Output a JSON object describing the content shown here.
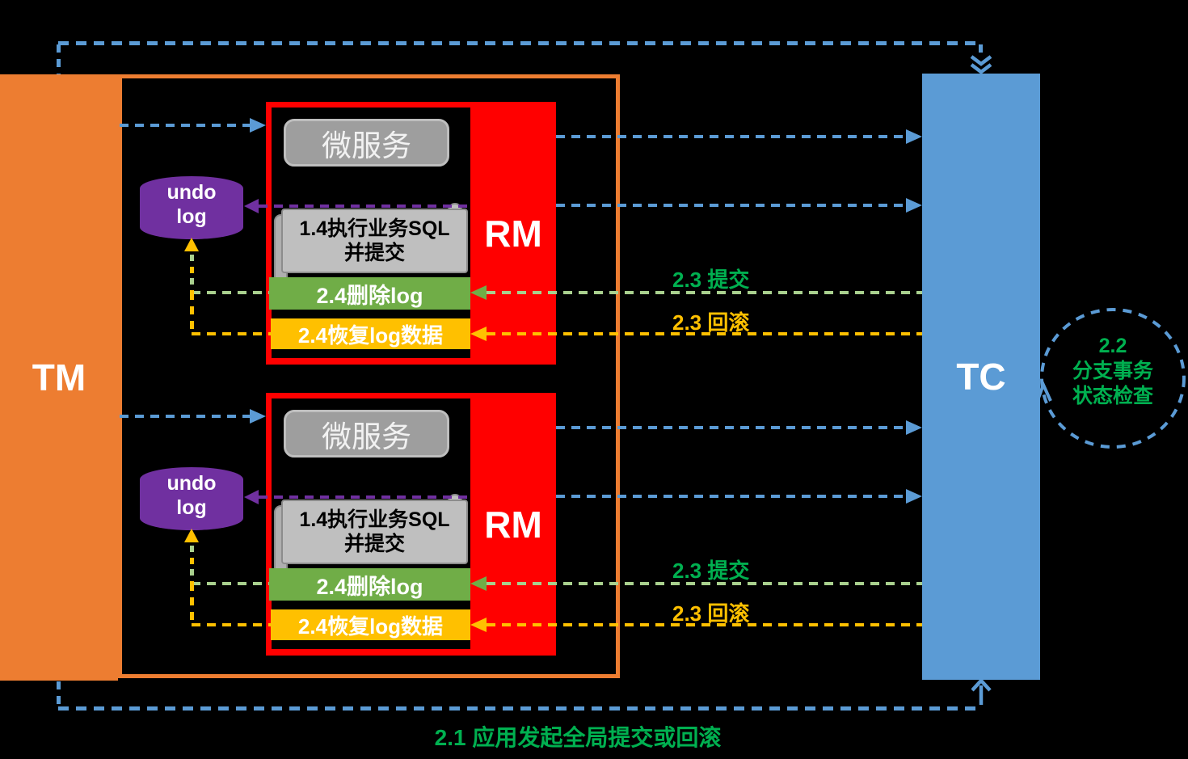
{
  "colors": {
    "background": "#000000",
    "tm_orange": "#ED7D31",
    "tc_blue": "#5B9BD5",
    "arrow_blue": "#5B9BD5",
    "rm_red": "#FF0000",
    "undo_purple": "#7030A0",
    "bar_green": "#70AD47",
    "dash_green": "#A9D08E",
    "text_green": "#00B050",
    "amber": "#FFC000",
    "button_gray": "#9E9E9E",
    "button_gray_border": "#BEBEBE",
    "scroll_gray": "#BFBFBF",
    "scroll_border": "#8C8C8C"
  },
  "tm": {
    "label": "TM"
  },
  "tc": {
    "label": "TC"
  },
  "rm_groups": [
    {
      "rm_label": "RM",
      "microservice": "微服务",
      "undo_log_lines": [
        "undo",
        "log"
      ],
      "sql_lines": [
        "1.4执行业务SQL",
        "并提交"
      ],
      "delete_log": "2.4删除log",
      "restore_log": "2.4恢复log数据",
      "commit_label": "2.3 提交",
      "rollback_label": "2.3 回滚"
    },
    {
      "rm_label": "RM",
      "microservice": "微服务",
      "undo_log_lines": [
        "undo",
        "log"
      ],
      "sql_lines": [
        "1.4执行业务SQL",
        "并提交"
      ],
      "delete_log": "2.4删除log",
      "restore_log": "2.4恢复log数据",
      "commit_label": "2.3 提交",
      "rollback_label": "2.3 回滚"
    }
  ],
  "annotations": {
    "global_action": "2.1 应用发起全局提交或回滚",
    "status_check_lines": [
      "2.2",
      "分支事务",
      "状态检查"
    ]
  }
}
